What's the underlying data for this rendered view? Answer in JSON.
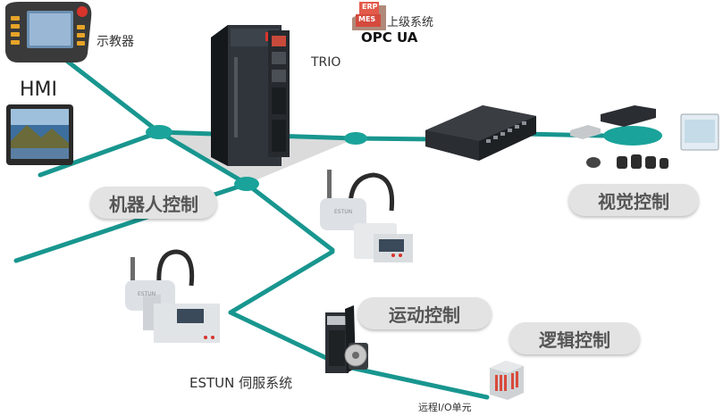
{
  "labels": {
    "pendant": "示教器",
    "hmi": "HMI",
    "trio": "TRIO",
    "upper_system": "上级系统",
    "opc": "OPC UA",
    "erp": "ERP",
    "mes": "MES",
    "estun_servo": "ESTUN 伺服系统",
    "remote_io": "远程I/O单元",
    "robot_brand": "ESTUN"
  },
  "pills": {
    "robot_control": "机器人控制",
    "vision_control": "视觉控制",
    "motion_control": "运动控制",
    "logic_control": "逻辑控制"
  },
  "colors": {
    "bus": "#18968f",
    "node": "#1aa39a",
    "pill_bg": "#e3e3e3",
    "pill_text": "#555555",
    "accent_red": "#c8302c"
  }
}
